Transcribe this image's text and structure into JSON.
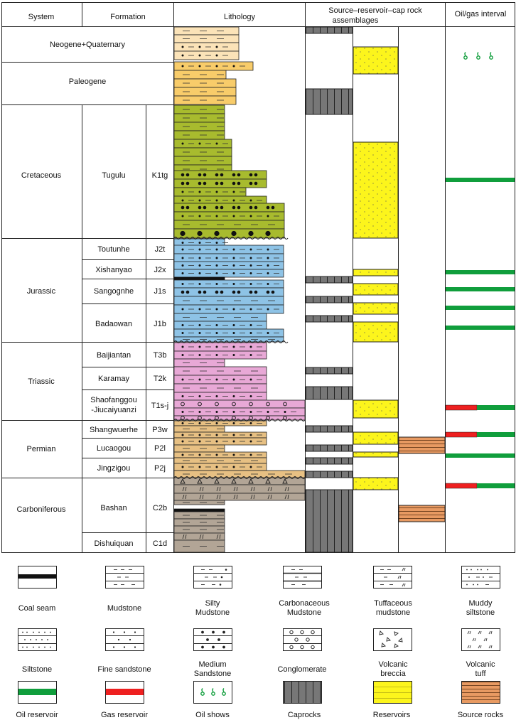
{
  "headers": {
    "system": "System",
    "formation": "Formation",
    "lithology": "Lithology",
    "srca": "Source–reservoir–cap rock",
    "srca2": "assemblages",
    "oil": "Oil/gas interval"
  },
  "systems": [
    {
      "name": "Neogene+Quaternary"
    },
    {
      "name": "Paleogene"
    },
    {
      "name": "Cretaceous"
    },
    {
      "name": "Jurassic"
    },
    {
      "name": "Triassic"
    },
    {
      "name": "Permian"
    },
    {
      "name": "Carboniferous"
    }
  ],
  "formations": [
    {
      "name": "Tugulu",
      "code": "K1tg"
    },
    {
      "name": "Toutunhe",
      "code": "J2t"
    },
    {
      "name": "Xishanyao",
      "code": "J2x"
    },
    {
      "name": "Sangognhe",
      "code": "J1s"
    },
    {
      "name": "Badaowan",
      "code": "J1b"
    },
    {
      "name": "Baijiantan",
      "code": "T3b"
    },
    {
      "name": "Karamay",
      "code": "T2k"
    },
    {
      "name": "Shaofanggou",
      "name2": "-Jiucaiyuanzi",
      "code": "T1s-j"
    },
    {
      "name": "Shangwuerhe",
      "code": "P3w"
    },
    {
      "name": "Lucaogou",
      "code": "P2l"
    },
    {
      "name": "Jingzigou",
      "code": "P2j"
    },
    {
      "name": "Bashan",
      "code": "C2b"
    },
    {
      "name": "Dishuiquan",
      "code": "C1d"
    }
  ],
  "legend": [
    {
      "label": "Coal seam"
    },
    {
      "label": "Mudstone"
    },
    {
      "label": "Silty",
      "label2": "Mudstone"
    },
    {
      "label": "Carbonaceous",
      "label2": "Mudstone"
    },
    {
      "label": "Tuffaceous",
      "label2": "mudstone"
    },
    {
      "label": "Muddy",
      "label2": "siltstone"
    },
    {
      "label": "Siltstone"
    },
    {
      "label": "Fine sandstone"
    },
    {
      "label": "Medium",
      "label2": "Sandstone"
    },
    {
      "label": "Conglomerate"
    },
    {
      "label": "Volcanic",
      "label2": "breccia"
    },
    {
      "label": "Volcanic",
      "label2": "tuff"
    },
    {
      "label": "Oil reservoir"
    },
    {
      "label": "Gas reservoir"
    },
    {
      "label": "Oil shows"
    },
    {
      "label": "Caprocks"
    },
    {
      "label": "Reservoirs"
    },
    {
      "label": "Source rocks"
    }
  ],
  "colors": {
    "neogene": "#fbe3b8",
    "paleogene": "#f8cc6a",
    "cretaceous": "#a8bb2e",
    "jurassic": "#8ec3e6",
    "triassic": "#e8a8d6",
    "permian": "#e7c083",
    "carboniferous": "#b2a596",
    "caprock": "#7a7a7a",
    "reservoir": "#fcf51c",
    "source": "#e89a62",
    "oil": "#109e3c",
    "gas": "#ee2020"
  }
}
